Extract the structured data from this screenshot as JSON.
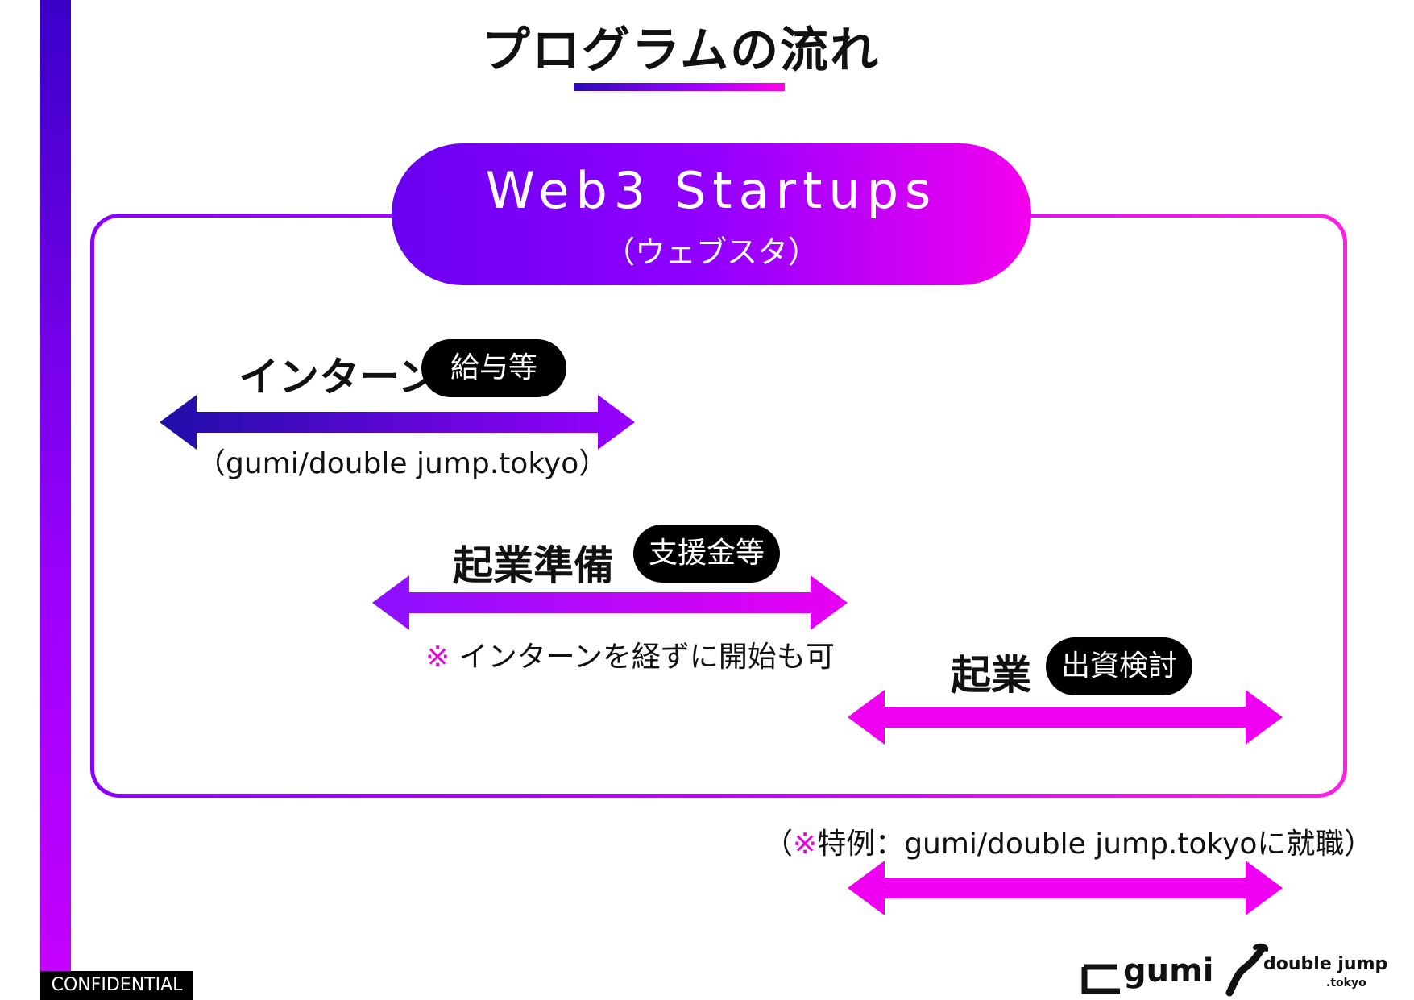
{
  "page": {
    "title": "プログラムの流れ",
    "confidential": "CONFIDENTIAL"
  },
  "program": {
    "name": "Web3 Startups",
    "subname": "（ウェブスタ）"
  },
  "stages": [
    {
      "label": "インターン",
      "badge": "給与等",
      "caption": "（gumi/double jump.tokyo）"
    },
    {
      "label": "起業準備",
      "badge": "支援金等",
      "note_mark": "※",
      "note": " インターンを経ずに開始も可"
    },
    {
      "label": "起業",
      "badge": "出資検討"
    }
  ],
  "special": {
    "open": "（",
    "mark": "※",
    "text": "特例：gumi/double jump.tokyoに就職）"
  },
  "logos": {
    "gumi": "gumi",
    "djt": "double jump",
    "djt_sub": ".tokyo"
  },
  "colors": {
    "accent_blue": "#2a0bb8",
    "accent_purple": "#9b00ff",
    "accent_magenta": "#ff00e6",
    "note_mark": "#e600e0"
  }
}
